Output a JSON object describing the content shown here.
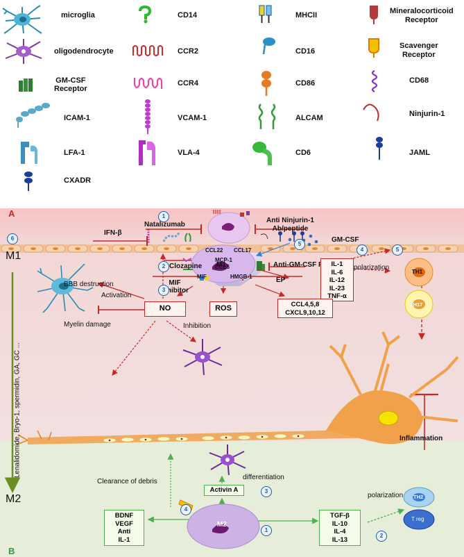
{
  "legend": [
    {
      "id": "microglia",
      "label": "microglia"
    },
    {
      "id": "oligodendrocyte",
      "label": "oligodendrocyte"
    },
    {
      "id": "gmcsf-receptor",
      "label": "GM-CSF\nReceptor"
    },
    {
      "id": "icam1",
      "label": "ICAM-1"
    },
    {
      "id": "lfa1",
      "label": "LFA-1"
    },
    {
      "id": "cxadr",
      "label": "CXADR"
    },
    {
      "id": "cd14",
      "label": "CD14"
    },
    {
      "id": "ccr2",
      "label": "CCR2"
    },
    {
      "id": "ccr4",
      "label": "CCR4"
    },
    {
      "id": "vcam1",
      "label": "VCAM-1"
    },
    {
      "id": "vla4",
      "label": "VLA-4"
    },
    {
      "id": "mhcii",
      "label": "MHCII"
    },
    {
      "id": "cd16",
      "label": "CD16"
    },
    {
      "id": "cd86",
      "label": "CD86"
    },
    {
      "id": "alcam",
      "label": "ALCAM"
    },
    {
      "id": "cd6",
      "label": "CD6"
    },
    {
      "id": "mineralocorticoid",
      "label": "Mineralocorticoid\nReceptor"
    },
    {
      "id": "scavenger",
      "label": "Scavenger\nReceptor"
    },
    {
      "id": "cd68",
      "label": "CD68"
    },
    {
      "id": "ninjurin",
      "label": "Ninjurin-1"
    },
    {
      "id": "jaml",
      "label": "JAML"
    }
  ],
  "panel_a": {
    "letter": "A",
    "ifn": "IFN-β",
    "natalizumab": "Natalizumab",
    "anti_ninjurin": "Anti Ninjurin-1\nAb/peptide",
    "ccl22": "CCL22",
    "ccl17": "CCL17",
    "mcp1": "MCP-1",
    "ccl5": "CCL5",
    "clozapine": "Clozapine",
    "mif": "MIF",
    "hmgb1": "HMGB-1",
    "mif_inhibitor": "MIF\ninhibitor",
    "ep": "EP",
    "gmcsf": "GM-CSF",
    "anti_gmcsf": "Anti-GM-CSF Rα",
    "bbb": "BBB destruction",
    "m1_cell": "M1",
    "m1_axis": "M1",
    "cytokines": "IL-1\nIL-6\nIL-12\nIL-23\nTNF-α",
    "polarization": "polarization",
    "th1": "TH1",
    "th17": "TH17",
    "activation": "Activation",
    "no": "NO",
    "ros": "ROS",
    "chemokines": "CCL4,5,8\nCXCL9,10,12",
    "myelin": "Myelin damage",
    "inhibition": "Inhibition",
    "inflammation": "Inflammation"
  },
  "panel_b": {
    "letter": "B",
    "axis_drugs": "Lenalidomide, Bryo-1, spermidin, GA, GC ...",
    "m2_axis": "M2",
    "clearance": "Clearance of debris",
    "differentiation": "differentiation",
    "activin": "Activin A",
    "growth": "BDNF\nVEGF\nAnti\nIL-1",
    "m2_cell": "M2",
    "anti_inflam": "TGF-β\nIL-10\nIL-4\nIL-13",
    "polarization": "polarization",
    "th2": "TH2",
    "treg": "T reg"
  },
  "numbers": {
    "n1": "1",
    "n2": "2",
    "n3": "3",
    "n4": "4",
    "n5": "5",
    "n6": "6",
    "b1": "1",
    "b2": "2",
    "b3": "3",
    "b4": "4"
  }
}
